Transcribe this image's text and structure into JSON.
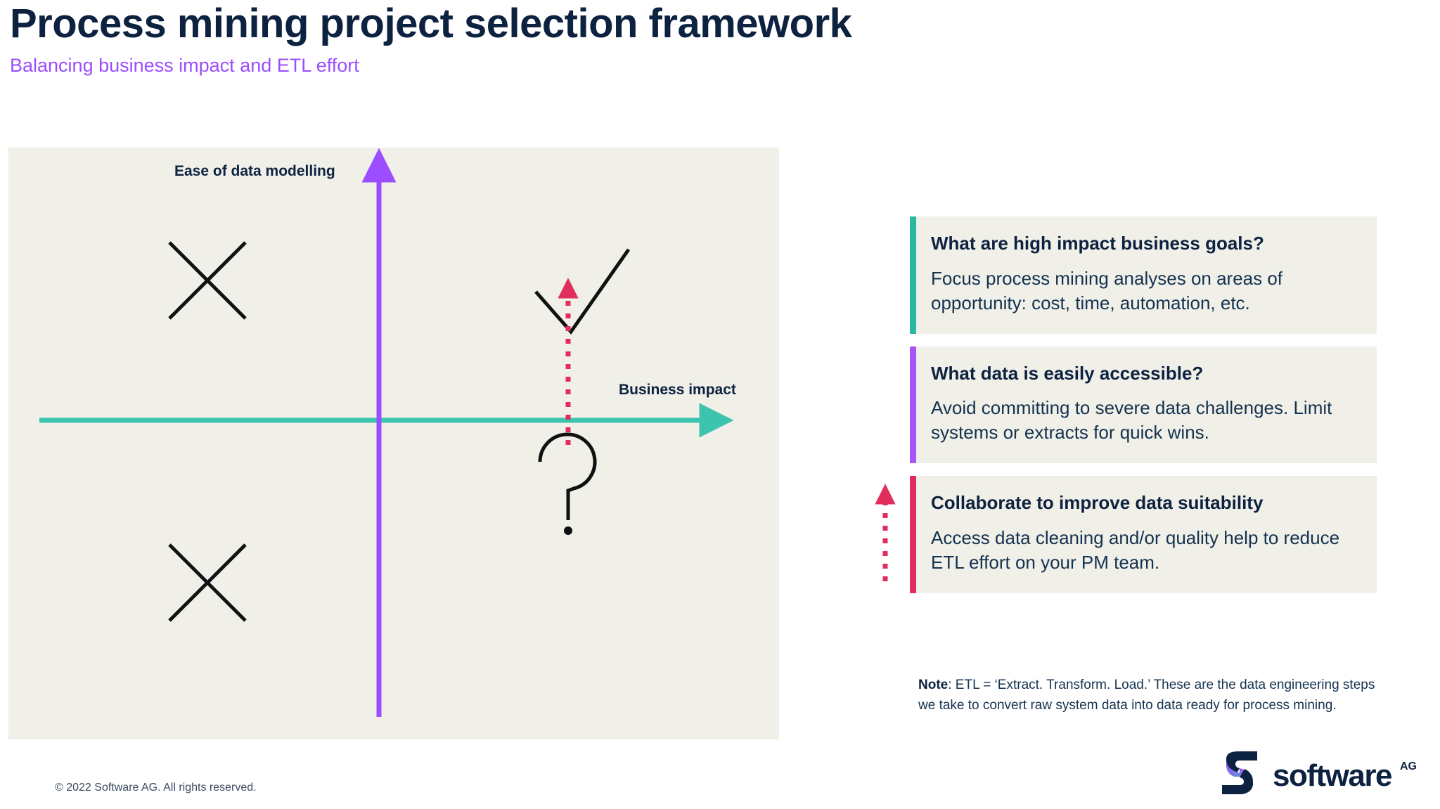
{
  "header": {
    "title": "Process mining project selection framework",
    "subtitle": "Balancing business impact and ETL effort"
  },
  "chart_data": {
    "type": "scatter",
    "title": "Process mining project selection framework",
    "xlabel": "Business impact",
    "ylabel": "Ease of data modelling",
    "grid": false,
    "legend": "none",
    "xlim": [
      -1,
      1
    ],
    "ylim": [
      -1,
      1
    ],
    "axis_colors": {
      "x": "#3cc4ae",
      "y": "#9b4dff"
    },
    "quadrant_markers": [
      {
        "quadrant": "top-left",
        "symbol": "cross",
        "meaning": "avoid",
        "x": -0.55,
        "y": 0.55,
        "color": "#111111"
      },
      {
        "quadrant": "top-right",
        "symbol": "check",
        "meaning": "select",
        "x": 0.55,
        "y": 0.55,
        "color": "#111111"
      },
      {
        "quadrant": "bottom-left",
        "symbol": "cross",
        "meaning": "avoid",
        "x": -0.55,
        "y": -0.55,
        "color": "#111111"
      },
      {
        "quadrant": "bottom-right",
        "symbol": "question",
        "meaning": "maybe — improve data suitability",
        "x": 0.55,
        "y": -0.55,
        "color": "#111111"
      }
    ],
    "annotations": [
      {
        "type": "arrow",
        "style": "dotted",
        "color": "#e12d5c",
        "from": {
          "x": 0.55,
          "y": -0.4
        },
        "to": {
          "x": 0.55,
          "y": 0.22
        },
        "meaning": "improve data suitability to move project up into the select quadrant"
      }
    ]
  },
  "cards": [
    {
      "accent": "#2bb8a3",
      "title": "What are high impact business goals?",
      "body": "Focus process mining analyses on areas of opportunity: cost, time, automation, etc."
    },
    {
      "accent": "#a855f7",
      "title": "What data is easily accessible?",
      "body": "Avoid committing to severe data challenges. Limit systems or extracts for quick wins."
    },
    {
      "accent": "#e12d5c",
      "title": "Collaborate to improve data suitability",
      "body": "Access data cleaning and/or quality help to reduce ETL effort on your PM team."
    }
  ],
  "note": {
    "label": "Note",
    "text": ": ETL = ‘Extract. Transform. Load.’ These are the data engineering steps we take to convert raw system data into data ready for process mining."
  },
  "footer": {
    "copyright": "© 2022 Software AG. All rights reserved.",
    "logo_wordmark": "software",
    "logo_suffix": "AG"
  }
}
